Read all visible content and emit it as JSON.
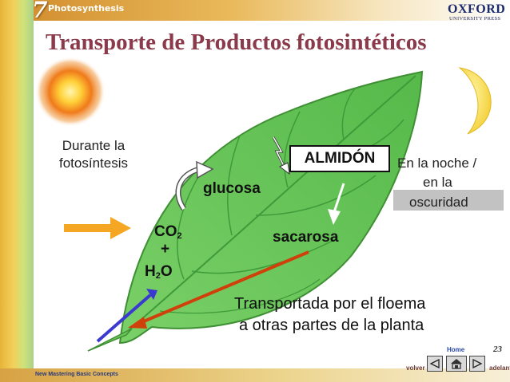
{
  "header": {
    "chapter_number": "7",
    "section": "Photosynthesis",
    "publisher": "OXFORD",
    "publisher_sub": "UNIVERSITY PRESS"
  },
  "title": "Transporte de Productos fotosintéticos",
  "labels": {
    "durante": "Durante la fotosíntesis",
    "almidon": "ALMIDÓN",
    "noche_line1": "En la noche /",
    "noche_line2": "en la",
    "noche_line3": "oscuridad",
    "glucosa": "glucosa",
    "sacarosa": "sacarosa",
    "co2": "CO",
    "co2_sub": "2",
    "plus": "+",
    "h2o_h": "H",
    "h2o_sub": "2",
    "h2o_o": "O",
    "transport_line1": "Transportada por el floema",
    "transport_line2": "a otras partes de la planta"
  },
  "footer": {
    "home": "Home",
    "page_number": "23",
    "back": "volver",
    "forward": "adelante",
    "book_title": "New Mastering Basic Concepts"
  },
  "icons": {
    "sun": "sun-icon",
    "moon": "crescent-moon-icon",
    "leaf": "leaf-icon"
  },
  "colors": {
    "title": "#8a3a4a",
    "leaf": "#6cc65a",
    "vein": "#3f9a3a",
    "arrow_in": "#f5a623",
    "arrow_co2": "#3a3ad0",
    "arrow_transport": "#d0400a",
    "moon": "#f5d84a"
  }
}
